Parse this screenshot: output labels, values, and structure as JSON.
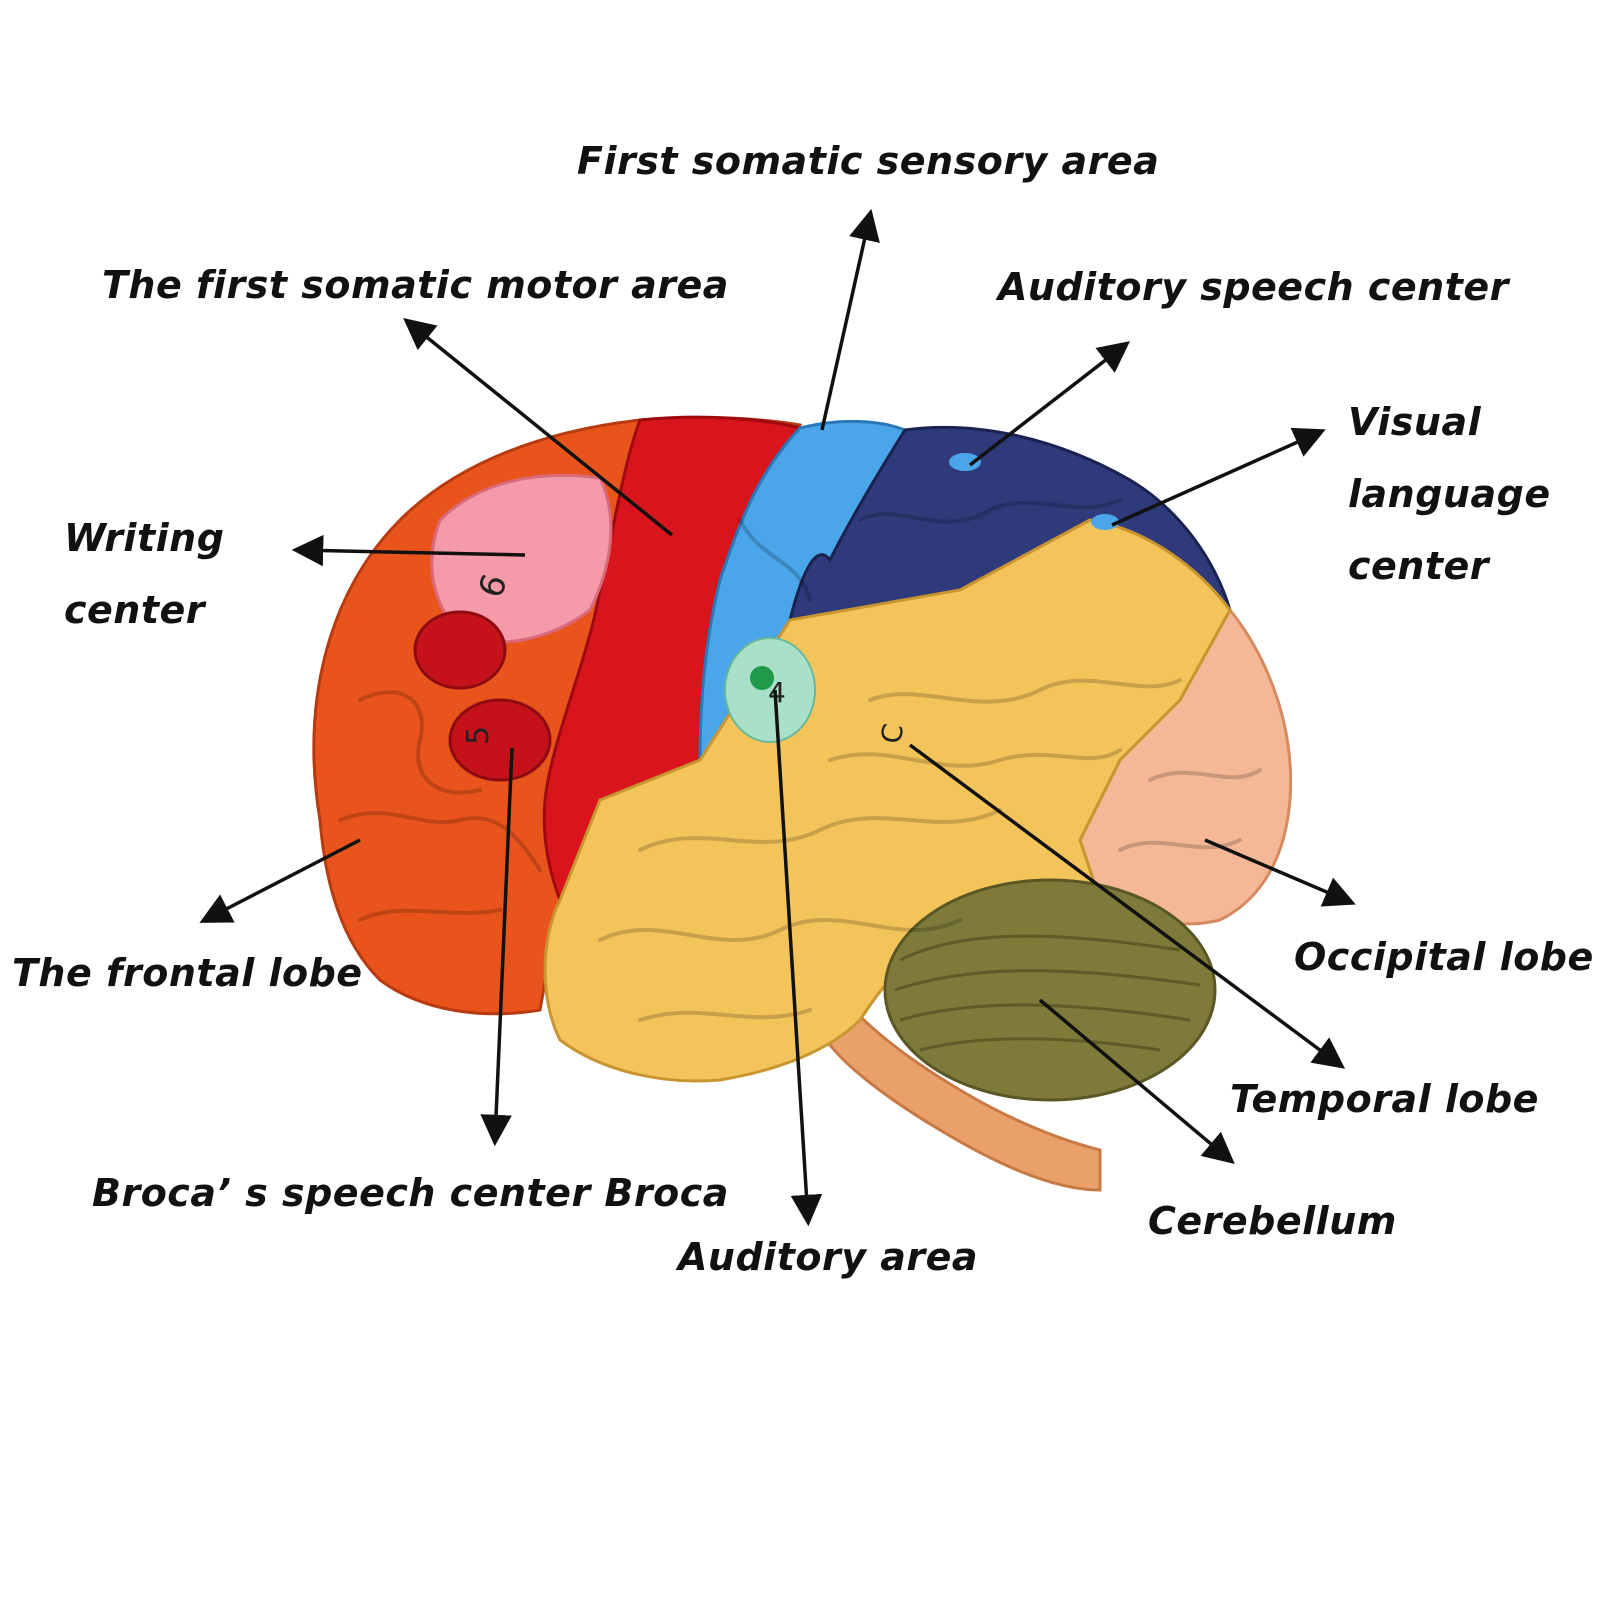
{
  "labels": {
    "first_somatic_sensory": "First somatic sensory area",
    "first_somatic_motor": "The first somatic motor area",
    "auditory_speech_center": "Auditory speech center",
    "visual_language_center": [
      "Visual",
      "language",
      "center"
    ],
    "writing_center": [
      "Writing",
      "center"
    ],
    "frontal_lobe": "The frontal lobe",
    "occipital_lobe": "Occipital lobe",
    "temporal_lobe": "Temporal lobe",
    "brocas_speech_center": "Broca’ s speech center Broca",
    "auditory_area": "Auditory area",
    "cerebellum": "Cerebellum"
  },
  "model_numbers": {
    "writing": "6",
    "broca": "5",
    "auditory": "4",
    "temporal": "C"
  },
  "colors": {
    "frontal": "#e8541c",
    "motor": "#d8141c",
    "writing": "#f59aa8",
    "sensory": "#4aa6e8",
    "parietal": "#2e3a7a",
    "temporal": "#f3c45a",
    "occipital": "#f4b896",
    "cerebellum": "#7d7a3a",
    "auditory": "#a8e0c8",
    "brainstem": "#e9a06a",
    "arrow": "#111111"
  }
}
